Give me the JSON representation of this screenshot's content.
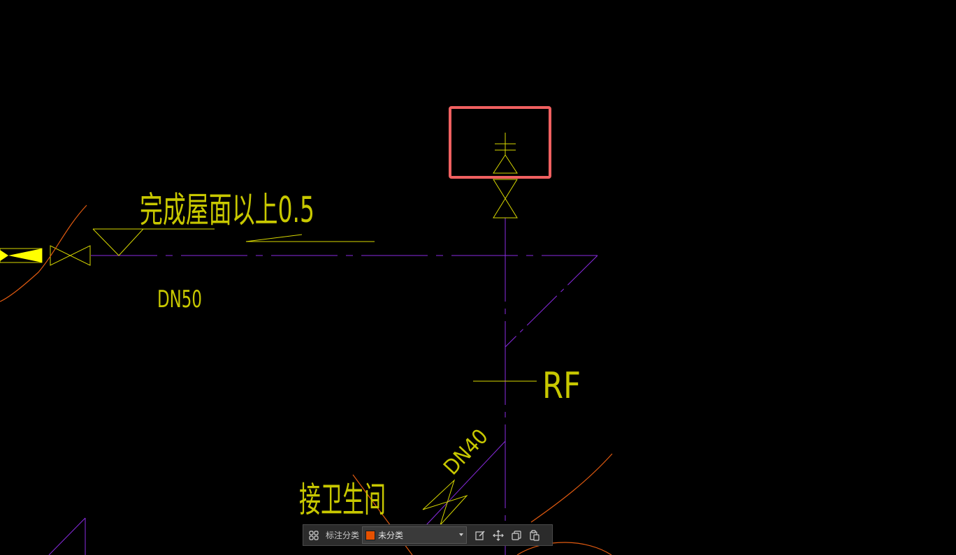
{
  "drawing": {
    "background": "#000000",
    "colors": {
      "text": "#c8c800",
      "pipe": "#8a2be2",
      "annotation": "#d8d800",
      "arc": "#e05a10",
      "highlight": "#f06060",
      "valve_fill": "#ffff00"
    },
    "texts": {
      "roof_note": "完成屋面以上0.5",
      "dn50": "DN50",
      "rf": "RF",
      "dn40": "DN40",
      "bathroom": "接卫生间"
    }
  },
  "toolbar": {
    "grid_icon": "grid-icon",
    "category_label": "标注分类",
    "category_value": "未分类",
    "category_swatch": "#e65100",
    "edit_icon": "edit-icon",
    "move_icon": "move-icon",
    "copy_icon": "copy-icon",
    "paste_icon": "paste-icon"
  }
}
